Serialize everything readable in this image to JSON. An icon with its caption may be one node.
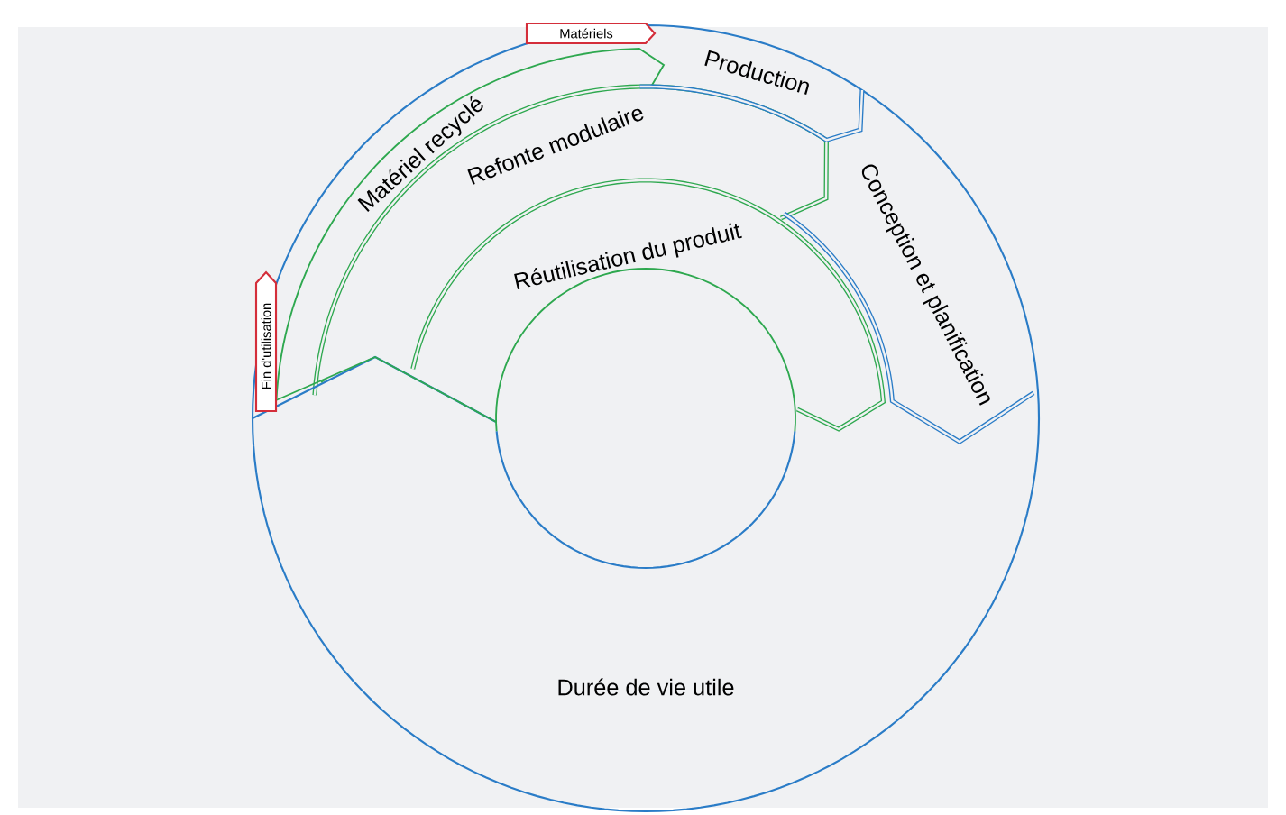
{
  "diagram": {
    "nodes": [
      {
        "text": [
          "Matériels"
        ]
      },
      {
        "text": [
          "Production"
        ]
      },
      {
        "text": [
          "Matériel recyclé"
        ]
      },
      {
        "text": [
          "Refonte modulaire"
        ]
      },
      {
        "text": [
          "Conception et planification"
        ]
      },
      {
        "text": [
          "Réutilisation du produit"
        ]
      },
      {
        "text": [
          "Fin d'utilisation"
        ]
      },
      {
        "text": [],
        "shape": "circle"
      },
      {
        "text": [
          "Durée de vie utile"
        ]
      }
    ]
  }
}
